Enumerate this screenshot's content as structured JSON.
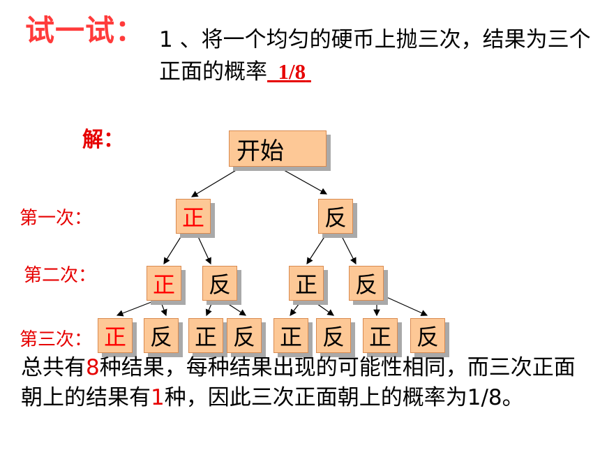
{
  "header": {
    "title": "试一试：",
    "question_prefix": "1 、将一个均匀的硬币上抛三次，结果为三个正面的概率",
    "answer": "1/8"
  },
  "solution_label": "解：",
  "tree": {
    "root": "开始",
    "level_labels": [
      "第一次：",
      "第二次：",
      "第三次："
    ],
    "level1": [
      "正",
      "反"
    ],
    "level2": [
      "正",
      "反",
      "正",
      "反"
    ],
    "level3": [
      "正",
      "反",
      "正",
      "反",
      "正",
      "反",
      "正",
      "反"
    ],
    "colors": {
      "node_fill": "#fdc896",
      "highlight_text": "#ff0000",
      "shadow": "#a9a9a9"
    }
  },
  "summary": {
    "part1": "总共有",
    "count_all": "8",
    "part2": "种结果，每种结果出现的可能性相同，而三次正面朝上的结果有",
    "count_target": "1",
    "part3": "种，因此三次正面朝上的概率为1/8。"
  }
}
